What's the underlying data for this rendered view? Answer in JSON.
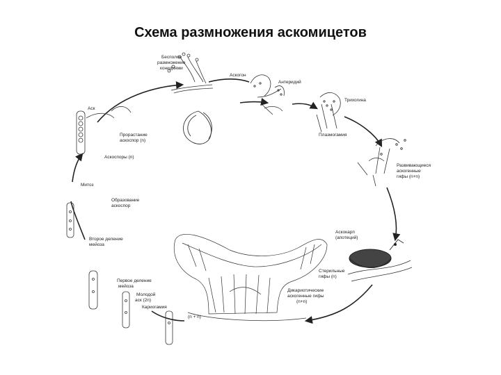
{
  "title": "Схема размножения аскомицетов",
  "labels": {
    "conidia": [
      "Бесполое",
      "размножение",
      "конидиями"
    ],
    "ascogon": "Аскогон",
    "antheridium": "Антеридий",
    "trichogyne": "Трихогина",
    "plasmogamy": "Плазмогамия",
    "ascogenous_hyphae": [
      "Развивающиеся",
      "аскогенные",
      "гифы (n+n)"
    ],
    "ascocarp": [
      "Аскокарп",
      "(апотеций)"
    ],
    "sterile_hyphae": [
      "Стерильные",
      "гифы (n)"
    ],
    "dikaryotic_hyphae": [
      "Дикариотические",
      "аскогенные гифы",
      "(n+n)"
    ],
    "ask": "Аск",
    "germinating_ascospore": [
      "Прорастание",
      "аскоспор (n)"
    ],
    "ascospores": "Аскоспоры (n)",
    "mitosis": "Митоз",
    "ascospore_formation": [
      "Образование",
      "аскоспор"
    ],
    "second_division": [
      "Второе деление",
      "мейоза"
    ],
    "first_division": [
      "Первое деление",
      "мейоза"
    ],
    "young_ascus": [
      "Молодой",
      "аск (2n)"
    ],
    "karyogamy": "Кариогамия",
    "n_plus_n": "(n + n)"
  }
}
